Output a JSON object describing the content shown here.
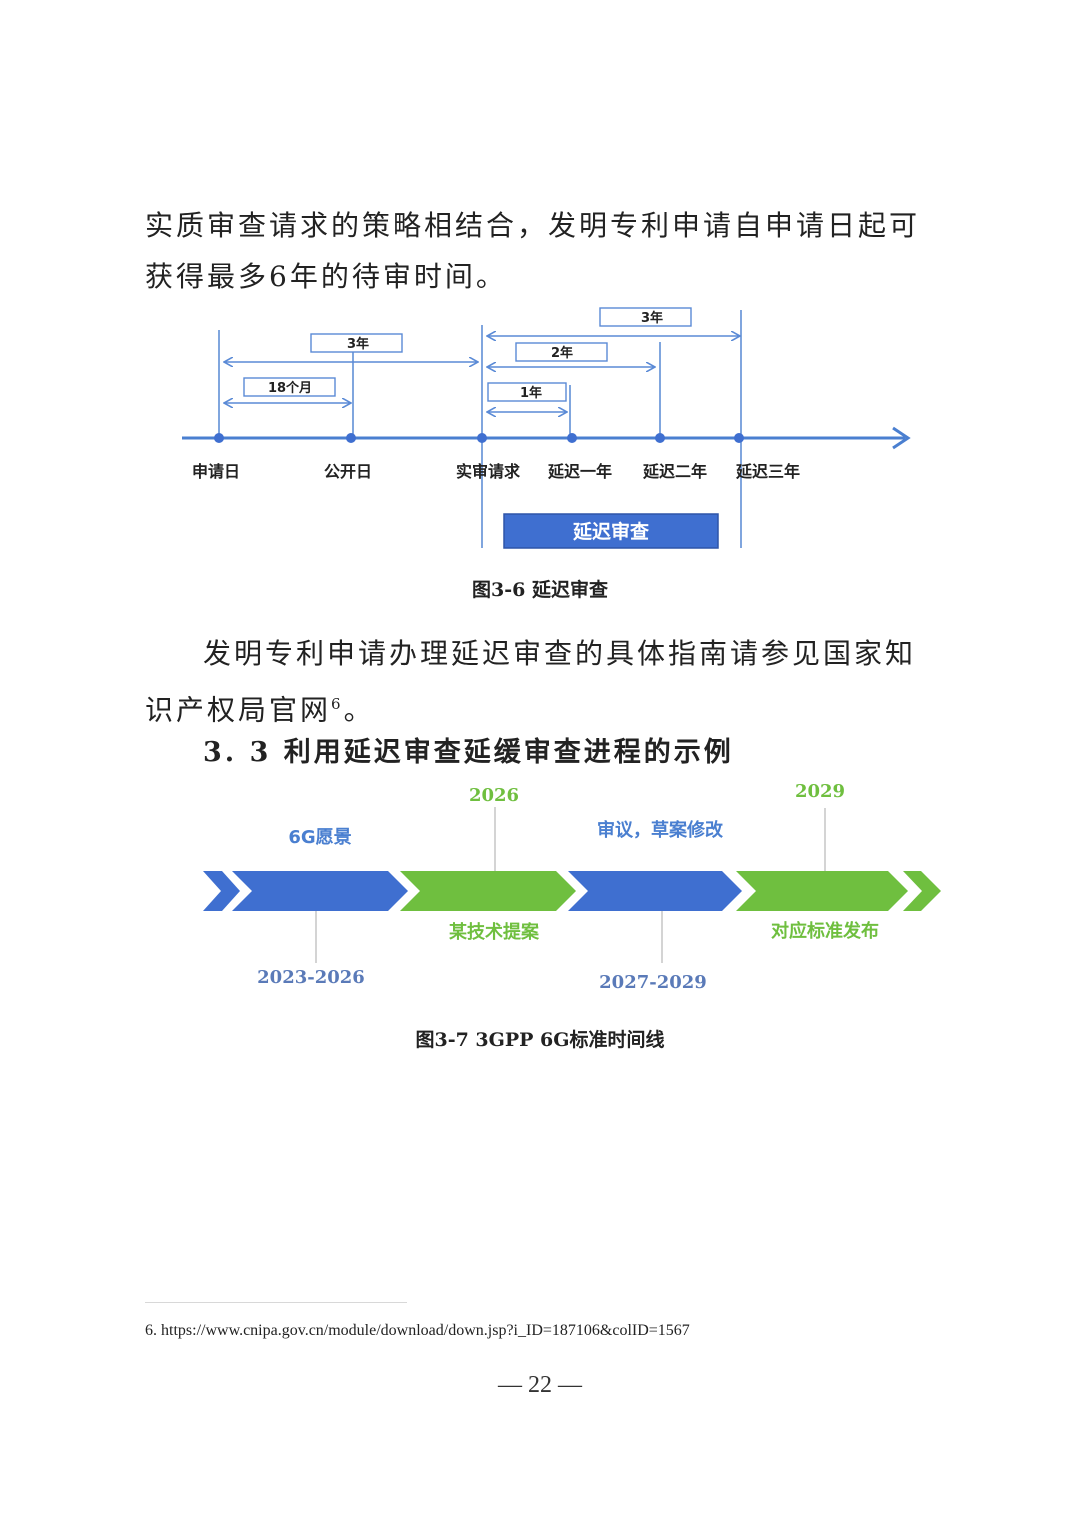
{
  "paragraph1": "实质审查请求的策略相结合，发明专利申请自申请日起可获得最多6年的待审时间。",
  "figure1": {
    "caption": "图3-6  延迟审查",
    "nodes": [
      "申请日",
      "公开日",
      "实审请求",
      "延迟一年",
      "延迟二年",
      "延迟三年"
    ],
    "spans": [
      "18个月",
      "3年",
      "1年",
      "2年",
      "3年"
    ],
    "banner": "延迟审查",
    "colors": {
      "axis": "#4a7fd0",
      "span_box": "#5a8ad6",
      "banner": "#3f6fd0"
    }
  },
  "paragraph2": {
    "text": "发明专利申请办理延迟审查的具体指南请参见国家知识产权局官网",
    "footnote_ref": "6",
    "end": "。"
  },
  "section_title": "3. 3  利用延迟审查延缓审查进程的示例",
  "figure2": {
    "caption": "图3-7 3GPP 6G标准时间线",
    "stages": [
      {
        "label": "6G愿景",
        "year": "2023-2026",
        "color": "#3f6fd0"
      },
      {
        "label": "某技术提案",
        "year": "2026",
        "color": "#6fbf3f"
      },
      {
        "label": "审议，草案修改",
        "year": "2027-2029",
        "color": "#3f6fd0"
      },
      {
        "label": "对应标准发布",
        "year": "2029",
        "color": "#6fbf3f"
      }
    ]
  },
  "footnote": "6. https://www.cnipa.gov.cn/module/download/down.jsp?i_ID=187106&colID=1567",
  "page_number": "— 22 —"
}
